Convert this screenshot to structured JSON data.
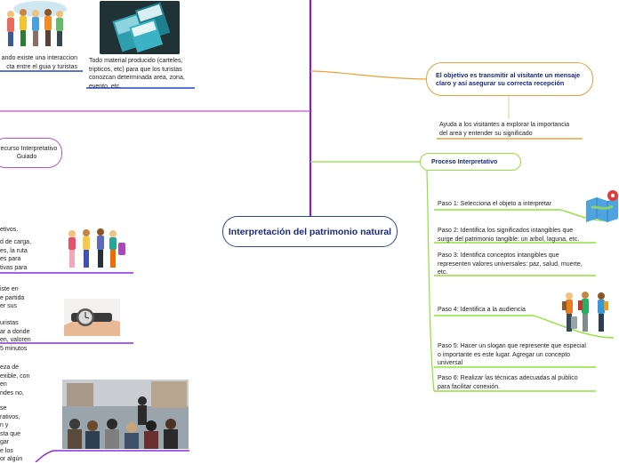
{
  "central": {
    "title": "Interpretación del patrimonio natural"
  },
  "left_top": {
    "interaction_text": "ando existe una interaccion\ncta entre el guia y turistas",
    "material_text": "Todo material producido (carteles,\ntripticos, etc) para que los turistas\nconozcan determinada area, zona,\nevento, etc."
  },
  "recurso": {
    "label": "Recurso Interpretativo\nGuiado"
  },
  "left_items": [
    {
      "text": "etivos."
    },
    {
      "text": "d de carga,\nes, la ruta\nes para\ntivas para"
    },
    {
      "text": "iste en\ne partida\ner sus"
    },
    {
      "text": "uristas\nar a donde\nen, valoren\n5 minutos"
    },
    {
      "text": "eza de\nexible, con\nen\nndes no,"
    },
    {
      "text": "se\nrativos,\nn y\nsta que\ngar\ne los\nor algún"
    }
  ],
  "objetivo": {
    "title": "El objetivo es transmitir al visitante un mensaje claro y así asegurar su correcta recepción",
    "detail": "Ayuda a los visitantes a explorar la importancia\ndel area y entender su significado"
  },
  "proceso": {
    "title": "Proceso Interpretativo",
    "steps": [
      "Paso 1: Selecciona el objeto a interpretar",
      "Paso 2: Identifica los significados intangibles que\nsurge del patrimonio tangible: un arbol, laguna, etc.",
      "Paso 3: Identifica conceptos intangibles que\nrepresenten valores universales: paz, salud, muerte,\netc.",
      "Paso 4: Identifica a la audiencia",
      "Paso 5: Hacer un slogan que represente que especial\no importante es este lugar. Agregar un concepto\nuniversal",
      "Paso 6: Realizar las técnicas adecuadas al publico\npara facilitar conexión."
    ]
  },
  "colors": {
    "trunk": "#7b1fc9",
    "pink": "#c94fd2",
    "orange": "#e8a23b",
    "green": "#8fe23a",
    "blue_underline": "#2447c4",
    "purple_underline": "#8a2be2",
    "central_border": "#2a4a94",
    "title_text": "#1b2a73"
  },
  "icons": [
    "group-of-tourists-illustration",
    "brochures-photo",
    "travelers-illustration",
    "wristwatch-photo",
    "guided-crowd-photo",
    "map-pin-illustration",
    "backpackers-illustration"
  ]
}
